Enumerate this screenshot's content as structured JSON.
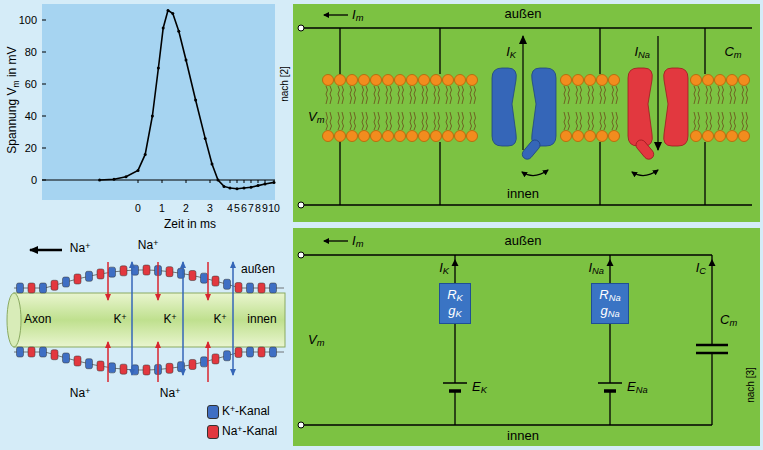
{
  "diagram": {
    "nodes": [
      {
        "text": [
          "RK",
          "gK"
        ]
      },
      {
        "text": [
          "RNa",
          "gNa"
        ]
      }
    ],
    "labels": [
      "Spannung Vm in mV",
      "100",
      "80",
      "60",
      "40",
      "20",
      "0",
      "nach [2]",
      "0",
      "1",
      "2",
      "3",
      "4",
      "5",
      "6",
      "7",
      "8",
      "9",
      "10",
      "Zeit in ms",
      "Na+",
      "Na+",
      "außen",
      "Axon",
      "K+",
      "K+",
      "K+",
      "innen",
      "Na+",
      "Na+",
      "Im",
      "außen",
      "IK",
      "INa",
      "Cm",
      "Vm",
      "innen",
      "Im",
      "außen",
      "IK",
      "INa",
      "IC",
      "Cm",
      "Vm",
      "EK",
      "ENa",
      "innen",
      "nach [3]"
    ],
    "legend": [
      {
        "text": "K+-Kanal",
        "color": "#3f6fc4"
      },
      {
        "text": "Na+-Kanal",
        "color": "#e2383f"
      }
    ]
  }
}
